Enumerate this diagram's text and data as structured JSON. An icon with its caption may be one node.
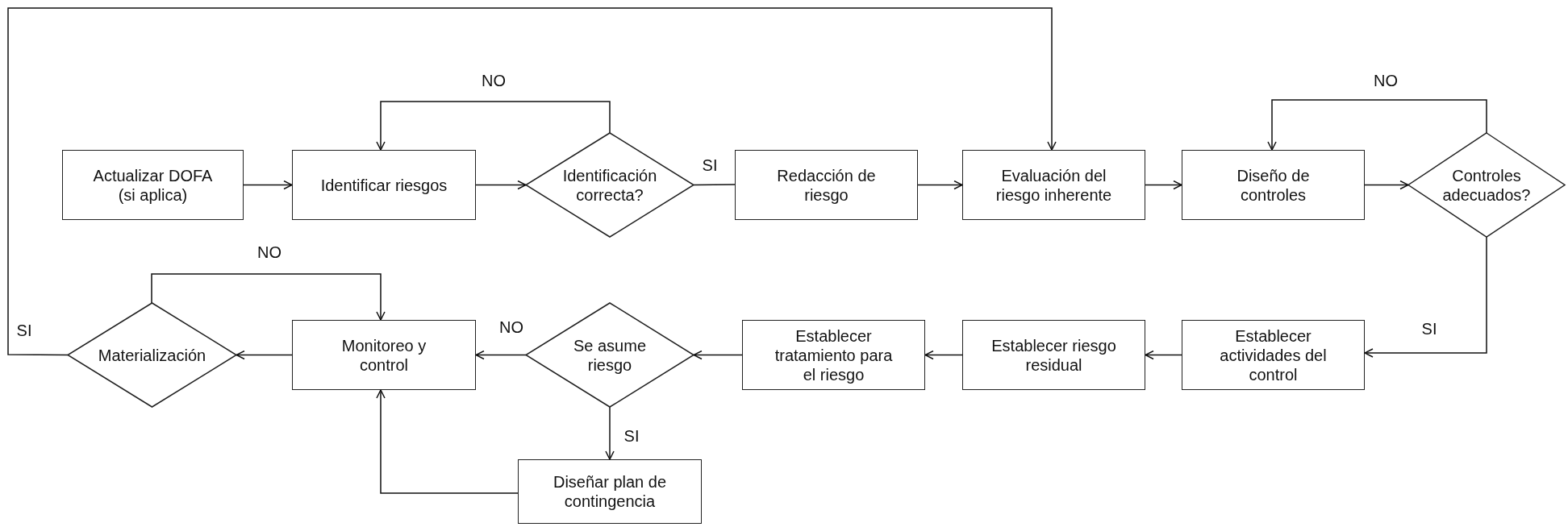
{
  "diagram": {
    "nodes": [
      {
        "text": [
          "Actualizar DOFA (si aplica)"
        ]
      },
      {
        "text": [
          "Identificar riesgos"
        ]
      },
      {
        "text": [
          "Identificación correcta?"
        ]
      },
      {
        "text": [
          "Redacción de riesgo"
        ]
      },
      {
        "text": [
          "Evaluación del riesgo inherente"
        ]
      },
      {
        "text": [
          "Diseño de controles"
        ]
      },
      {
        "text": [
          "Controles adecuados?"
        ]
      },
      {
        "text": [
          "Establecer actividades del control"
        ]
      },
      {
        "text": [
          "Establecer riesgo residual"
        ]
      },
      {
        "text": [
          "Establecer tratamiento para el riesgo"
        ]
      },
      {
        "text": [
          "Se asume riesgo"
        ]
      },
      {
        "text": [
          "Monitoreo y control"
        ]
      },
      {
        "text": [
          "Materialización"
        ]
      },
      {
        "text": [
          "Diseñar plan de contingencia"
        ]
      }
    ],
    "edges": [
      {
        "from": 0,
        "to": 1,
        "arrow": "to"
      },
      {
        "from": 1,
        "to": 2,
        "arrow": "to"
      },
      {
        "from": 2,
        "to": 3,
        "arrow": "none",
        "label": "SI"
      },
      {
        "from": 2,
        "to": 1,
        "arrow": "to",
        "label": "NO"
      },
      {
        "from": 3,
        "to": 4,
        "arrow": "to"
      },
      {
        "from": 4,
        "to": 5,
        "arrow": "to"
      },
      {
        "from": 5,
        "to": 6,
        "arrow": "to"
      },
      {
        "from": 6,
        "to": 5,
        "arrow": "to",
        "label": "NO"
      },
      {
        "from": 6,
        "to": 7,
        "arrow": "to",
        "label": "SI"
      },
      {
        "from": 7,
        "to": 8,
        "arrow": "to"
      },
      {
        "from": 8,
        "to": 9,
        "arrow": "to"
      },
      {
        "from": 9,
        "to": 10,
        "arrow": "to"
      },
      {
        "from": 10,
        "to": 11,
        "arrow": "to",
        "label": "NO"
      },
      {
        "from": 10,
        "to": 13,
        "arrow": "to",
        "label": "SI"
      },
      {
        "from": 13,
        "to": 11,
        "arrow": "to"
      },
      {
        "from": 11,
        "to": 12,
        "arrow": "to"
      },
      {
        "from": 12,
        "to": 11,
        "arrow": "to",
        "label": "NO"
      },
      {
        "from": 12,
        "to": 4,
        "arrow": "to",
        "label": "SI"
      }
    ]
  }
}
